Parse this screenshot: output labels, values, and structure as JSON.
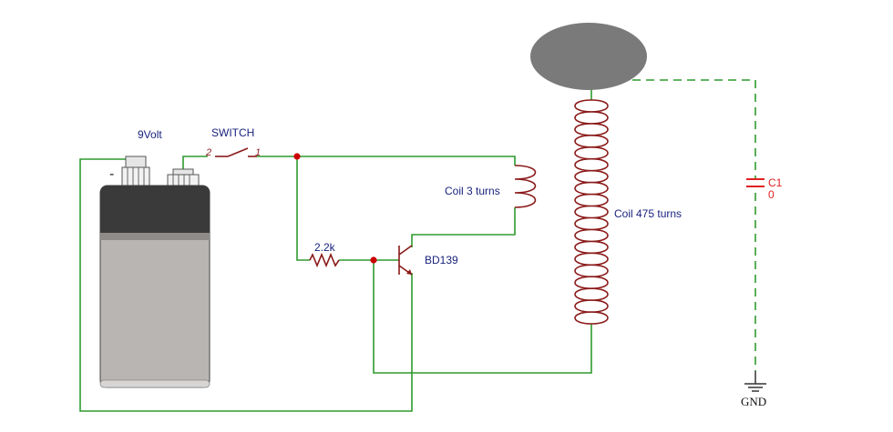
{
  "battery": {
    "label": "9Volt",
    "minus_sign": "-"
  },
  "switch": {
    "label": "SWITCH",
    "pin_left": "2",
    "pin_right": "1"
  },
  "resistor": {
    "label": "2.2k"
  },
  "transistor": {
    "label": "BD139"
  },
  "primary_coil": {
    "label": "Coil 3 turns"
  },
  "secondary_coil": {
    "label": "Coil 475 turns"
  },
  "capacitor": {
    "label": "C1",
    "value": "0"
  },
  "ground": {
    "label": "GND"
  },
  "colors": {
    "wire": "#2e9a2e",
    "component": "#8b1a1a",
    "capacitor": "#e02020",
    "label": "#1a237e",
    "top_load": "#7a7a7a"
  }
}
